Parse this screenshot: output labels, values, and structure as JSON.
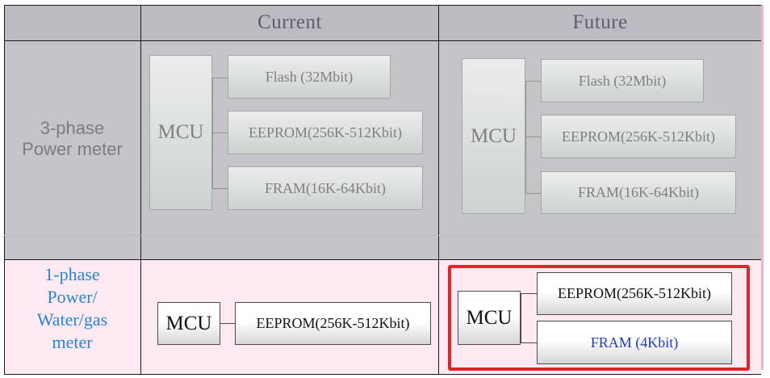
{
  "table": {
    "columns": {
      "current": "Current",
      "future": "Future"
    },
    "rows": {
      "three_phase": {
        "label_line1": "3-phase",
        "label_line2": "Power meter"
      },
      "single_phase": {
        "label_lines": [
          "1-phase",
          "Power/",
          "Water/gas",
          "meter"
        ]
      }
    }
  },
  "diagrams": {
    "three_phase_current": {
      "mcu": "MCU",
      "memories": [
        "Flash (32Mbit)",
        "EEPROM(256K-512Kbit)",
        "FRAM(16K-64Kbit)"
      ]
    },
    "three_phase_future": {
      "mcu": "MCU",
      "memories": [
        "Flash (32Mbit)",
        "EEPROM(256K-512Kbit)",
        "FRAM(16K-64Kbit)"
      ]
    },
    "single_phase_current": {
      "mcu": "MCU",
      "memories": [
        "EEPROM(256K-512Kbit)"
      ]
    },
    "single_phase_future": {
      "mcu": "MCU",
      "memories": [
        "EEPROM(256K-512Kbit)",
        "FRAM (4Kbit)"
      ]
    }
  },
  "colors": {
    "faded_band": "#c3c3c8",
    "highlight_band": "#fce9f1",
    "highlight_frame": "#e2232a",
    "future_memory_text": "#1e3cc0",
    "row_label_text": "#2a86d4"
  }
}
